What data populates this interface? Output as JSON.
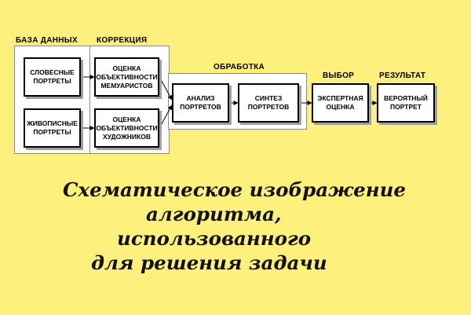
{
  "sections": {
    "database": "БАЗА ДАННЫХ",
    "correction": "КОРРЕКЦИЯ",
    "processing": "ОБРАБОТКА",
    "selection": "ВЫБОР",
    "result": "РЕЗУЛЬТАТ"
  },
  "boxes": {
    "verbal": "СЛОВЕСНЫЕ\nПОРТРЕТЫ",
    "pictorial": "ЖИВОПИСНЫЕ\nПОРТРЕТЫ",
    "memoirists": "ОЦЕНКА\nОБЪЕКТИВНОСТИ\nМЕМУАРИСТОВ",
    "artists": "ОЦЕНКА\nОБЪЕКТИВНОСТИ\nХУДОЖНИКОВ",
    "analysis": "АНАЛИЗ\nПОРТРЕТОВ",
    "synthesis": "СИНТЕЗ\nПОРТРЕТОВ",
    "expert": "ЭКСПЕРТНАЯ\nОЦЕНКА",
    "probable": "ВЕРОЯТНЫЙ\nПОРТРЕТ"
  },
  "caption": {
    "line1": "Схематическое изображение",
    "line2": "алгоритма,",
    "line3": "использованного",
    "line4": "для решения задачи"
  }
}
